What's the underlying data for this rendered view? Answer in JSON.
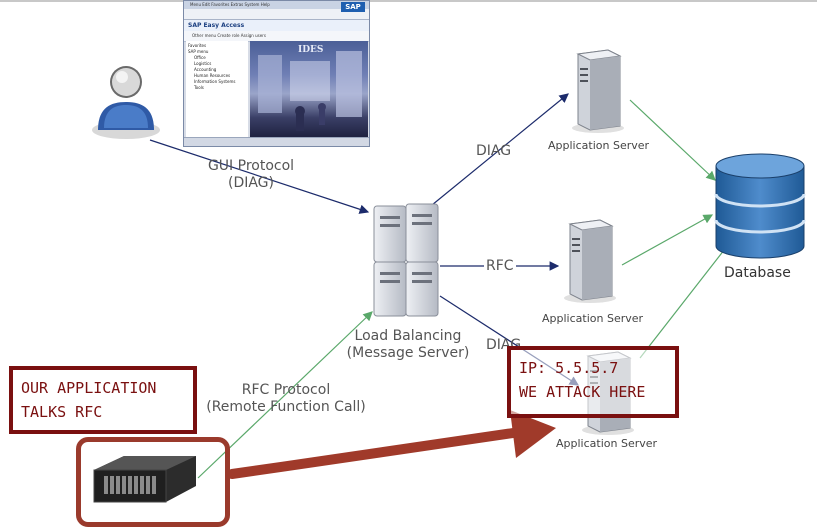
{
  "sap_window": {
    "title": "SAP Easy Access",
    "menu": "Menu  Edit  Favorites  Extras  System  Help",
    "app_toolbar": "Other menu   Create role   Assign users",
    "tree_items": [
      "Favorites",
      "SAP menu",
      "Office",
      "Logistics",
      "Accounting",
      "Human Resources",
      "Information Systems",
      "Tools"
    ],
    "logo_text": "SAP",
    "banner_text": "IDES"
  },
  "labels": {
    "gui_protocol": "GUI Protocol",
    "gui_protocol_sub": "(DIAG)",
    "diag_top": "DIAG",
    "rfc_mid": "RFC",
    "diag_bottom": "DIAG",
    "load_balancing": "Load Balancing",
    "load_balancing_sub": "(Message Server)",
    "rfc_protocol": "RFC Protocol",
    "rfc_protocol_sub": "(Remote Function Call)",
    "app_server_top": "Application Server",
    "app_server_mid": "Application Server",
    "app_server_bottom": "Application Server",
    "database": "Database"
  },
  "callouts": {
    "left": [
      "OUR APPLICATION",
      "TALKS RFC"
    ],
    "right": [
      "IP: 5.5.5.7",
      "WE ATTACK HERE"
    ]
  },
  "colors": {
    "callout": "#7a1010",
    "arrow_red": "#a03a2a",
    "line_blue": "#1c2b6b",
    "line_green": "#5aa86a",
    "db_blue": "#2a6aa8"
  }
}
